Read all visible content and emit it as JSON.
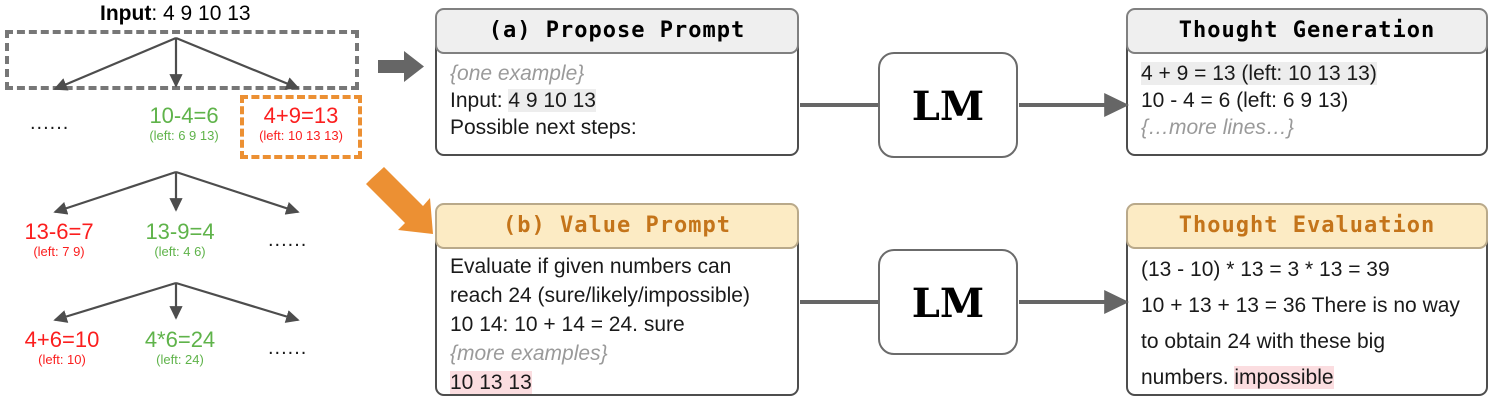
{
  "tree": {
    "input_label_prefix": "Input",
    "input_label_sep": ": ",
    "input_numbers": "4 9 10 13",
    "ellipsis": "......",
    "nodes": [
      {
        "id": "n-10-4",
        "expr": "10-4=6",
        "left": "(left: 6 9 13)",
        "color": "green"
      },
      {
        "id": "n-4-9",
        "expr": "4+9=13",
        "left": "(left: 10 13 13)",
        "color": "red"
      },
      {
        "id": "n-13-6",
        "expr": "13-6=7",
        "left": "(left: 7 9)",
        "color": "red"
      },
      {
        "id": "n-13-9",
        "expr": "13-9=4",
        "left": "(left: 4 6)",
        "color": "green"
      },
      {
        "id": "n-4p6",
        "expr": "4+6=10",
        "left": "(left: 10)",
        "color": "red"
      },
      {
        "id": "n-4x6",
        "expr": "4*6=24",
        "left": "(left: 24)",
        "color": "green"
      }
    ]
  },
  "propose_prompt": {
    "title": "(a) Propose Prompt",
    "line_example": "{one example}",
    "line_input_prefix": "Input: ",
    "line_input_value": "4 9 10 13",
    "line_next_steps": "Possible next steps:"
  },
  "value_prompt": {
    "title": "(b) Value Prompt",
    "line1": "Evaluate if given numbers can",
    "line2": "reach 24 (sure/likely/impossible)",
    "line3": "10 14: 10 + 14 = 24. sure",
    "line4": "{more examples}",
    "line5": "10 13 13"
  },
  "lm": {
    "label_top": "LM",
    "label_bottom": "LM"
  },
  "thought_generation": {
    "title": "Thought Generation",
    "line1": "4 + 9 = 13 (left: 10 13 13)",
    "line2": "10 - 4 = 6 (left: 6 9 13)",
    "line3": "{…more lines…}"
  },
  "thought_evaluation": {
    "title": "Thought Evaluation",
    "line1": "(13 - 10) * 13 = 3 * 13 = 39",
    "line2": "10 + 13 + 13 = 36 There is no way",
    "line3": "to obtain 24 with these big",
    "line4_prefix": "numbers. ",
    "line4_verdict": "impossible"
  },
  "colors": {
    "green": "#5FB34A",
    "red": "#FB1E1E",
    "orange": "#EC9033",
    "gray_arrow": "#666666",
    "header_gray": "#efefef",
    "header_amber": "#FCEBC4",
    "amber_text": "#C4741A",
    "highlight_gray": "#ededed",
    "highlight_pink": "#FBDDE0"
  }
}
